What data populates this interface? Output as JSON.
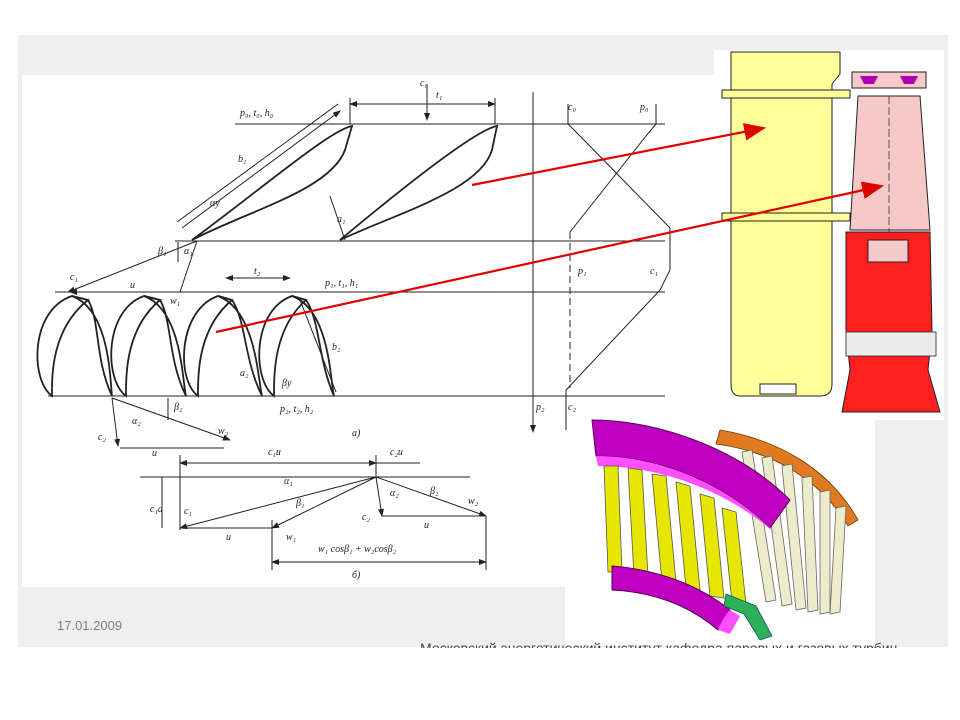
{
  "footer": {
    "date": "17.01.2009",
    "institution": "Московский энергетический институт кафедра паровых и газовых турбин"
  },
  "diagram": {
    "nozzle_inlet": "p₀, t₀, h₀",
    "nozzle_chord": "b₁",
    "nozzle_pitch": "t₁",
    "c0": "c₀",
    "alpha_y": "αу",
    "throat": "a₁",
    "alpha1": "α₁",
    "beta1": "β₁",
    "c1": "c₁",
    "u": "u",
    "w1": "w₁",
    "blade_pitch": "t₂",
    "gap_state": "p₁, t₁, h₁",
    "blade_chord": "b₂",
    "blade_throat": "a₂",
    "beta_y": "βу",
    "outlet_state": "p₂, t₂, h₂",
    "beta2": "β₂",
    "alpha2": "α₂",
    "c2": "c₂",
    "w2": "w₂",
    "caption_a": "а)",
    "p0_right": "p₀",
    "c0_right": "c₀",
    "p1_right": "p₁",
    "c1_right": "c₁",
    "p2_right": "p₂",
    "c2_right": "c₂",
    "c1u": "c₁u",
    "c2u": "c₂u",
    "c1a": "c₁a",
    "sum_label": "w₁ cosβ₁ + w₂cosβ₂",
    "caption_b": "б)"
  },
  "colors": {
    "slide_bg": "#efefef",
    "arrow": "#e00000",
    "stator": "#ffff99",
    "rotor_blade": "#f7c8c8",
    "rotor_disk": "#ff1f1f",
    "shroud": "#b000b0",
    "blade_3d": "#e6e600"
  }
}
